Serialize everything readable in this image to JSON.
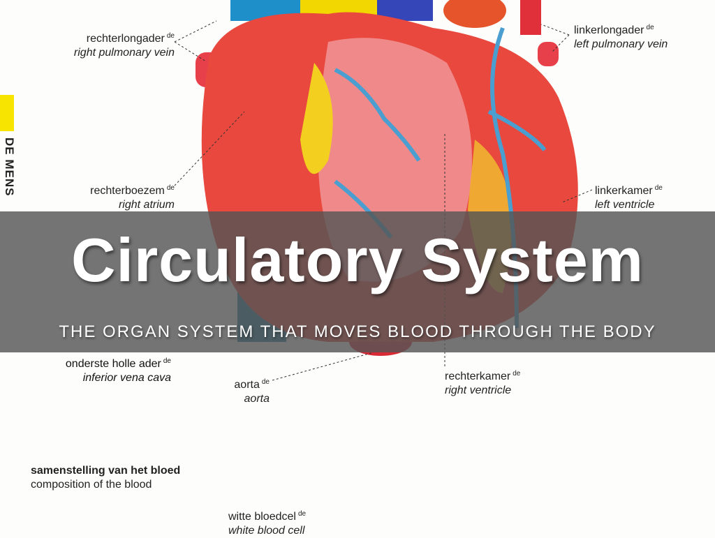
{
  "side_tab": "DE MENS",
  "labels": [
    {
      "nl": "rechterlongader",
      "en": "right pulmonary vein"
    },
    {
      "nl": "linkerlongader",
      "en": "left pulmonary vein"
    },
    {
      "nl": "rechterboezem",
      "en": "right atrium"
    },
    {
      "nl": "linkerkamer",
      "en": "left ventricle"
    },
    {
      "nl": "onderste holle ader",
      "en": "inferior vena cava"
    },
    {
      "nl": "aorta",
      "en": "aorta"
    },
    {
      "nl": "rechterkamer",
      "en": "right ventricle"
    },
    {
      "nl": "witte bloedcel",
      "en": "white blood cell"
    }
  ],
  "article": "de",
  "section": {
    "nl": "samenstelling van het bloed",
    "en": "composition of the blood"
  },
  "slide": {
    "title": "Circulatory System",
    "subtitle": "THE ORGAN SYSTEM THAT MOVES BLOOD THROUGH THE BODY"
  }
}
